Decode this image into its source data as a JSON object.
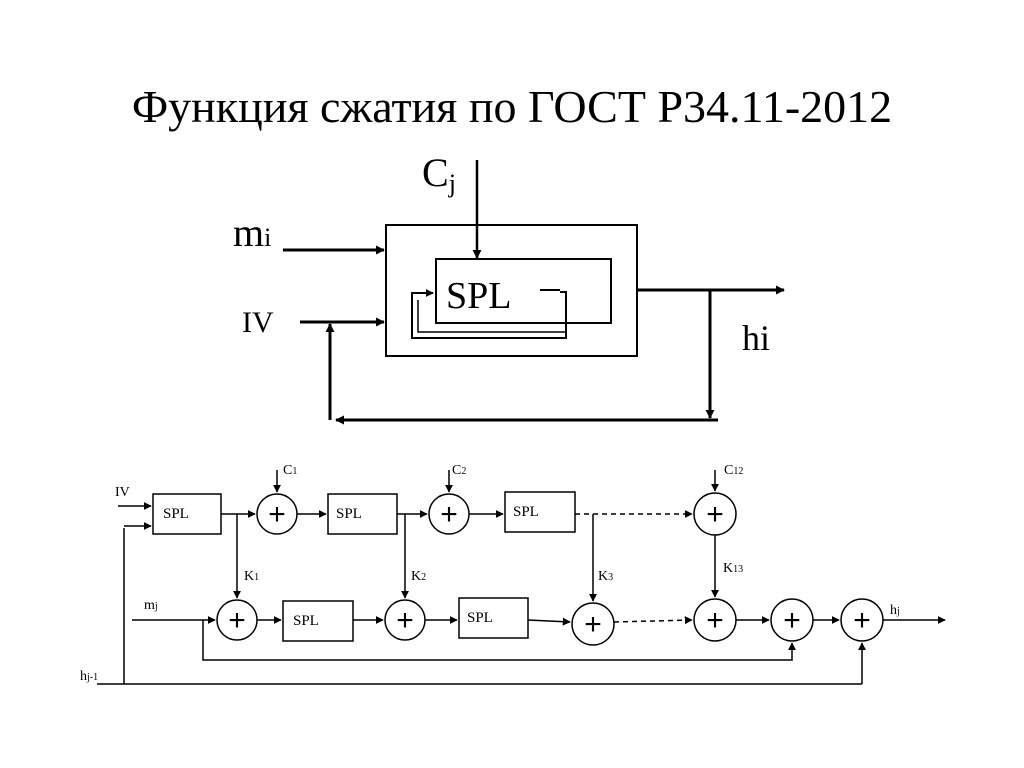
{
  "title": "Функция сжатия по ГОСТ Р34.11-2012",
  "upper": {
    "c_label": "C",
    "c_sub": "j",
    "m_label": "m",
    "m_sub": "i",
    "iv_label": "IV",
    "block_label": "SPL",
    "h_label": "hi"
  },
  "lower": {
    "iv_label": "IV",
    "m_label": "m",
    "m_sub": "j",
    "hprev_label": "h",
    "hprev_sub": "j-1",
    "hout_label": "h",
    "hout_sub": "j",
    "spl_label": "SPL",
    "plus": "+",
    "c_labels": [
      {
        "main": "C",
        "sub": "1"
      },
      {
        "main": "C",
        "sub": "2"
      },
      {
        "main": "C",
        "sub": "12"
      }
    ],
    "k_labels": [
      {
        "main": "K",
        "sub": "1"
      },
      {
        "main": "K",
        "sub": "2"
      },
      {
        "main": "K",
        "sub": "3"
      },
      {
        "main": "K",
        "sub": "13"
      }
    ]
  }
}
